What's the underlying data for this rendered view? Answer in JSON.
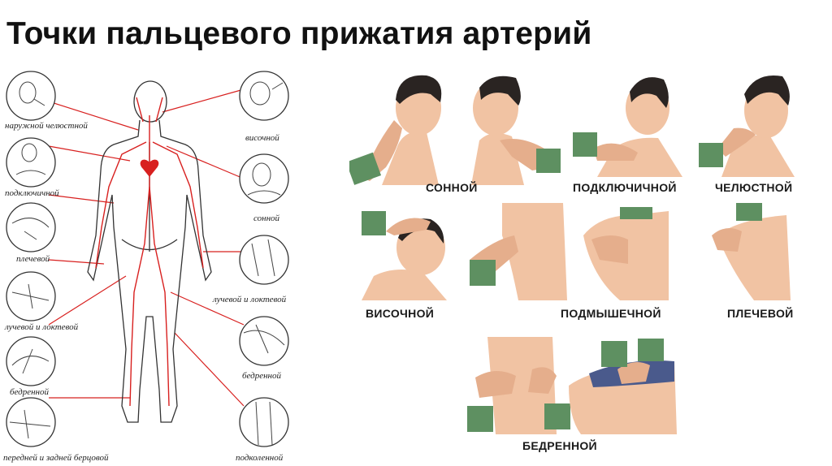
{
  "title": "Точки пальцевого прижатия артерий",
  "left_labels": {
    "external_maxillary": "наружной челюстной",
    "subclavian": "подключичной",
    "brachial": "плечевой",
    "radial_ulnar_left": "лучевой и локтевой",
    "femoral_left": "бедренной",
    "tibial": "передней и задней берцовой",
    "temporal": "височной",
    "carotid": "сонной",
    "radial_ulnar_right": "лучевой и локтевой",
    "femoral_right": "бедренной",
    "popliteal": "подколенной"
  },
  "photo_captions": {
    "carotid": "СОННОЙ",
    "subclavian": "ПОДКЛЮЧИЧНОЙ",
    "maxillary": "ЧЕЛЮСТНОЙ",
    "temporal": "ВИСОЧНОЙ",
    "axillary": "ПОДМЫШЕЧНОЙ",
    "brachial": "ПЛЕЧЕВОЙ",
    "femoral": "БЕДРЕННОЙ"
  },
  "colors": {
    "artery": "#d8201f",
    "skin": "#f1c3a3",
    "skin_shadow": "#d99d7c",
    "sleeve": "#5e9061",
    "hair": "#2a2422",
    "shorts": "#4a5a8c"
  }
}
